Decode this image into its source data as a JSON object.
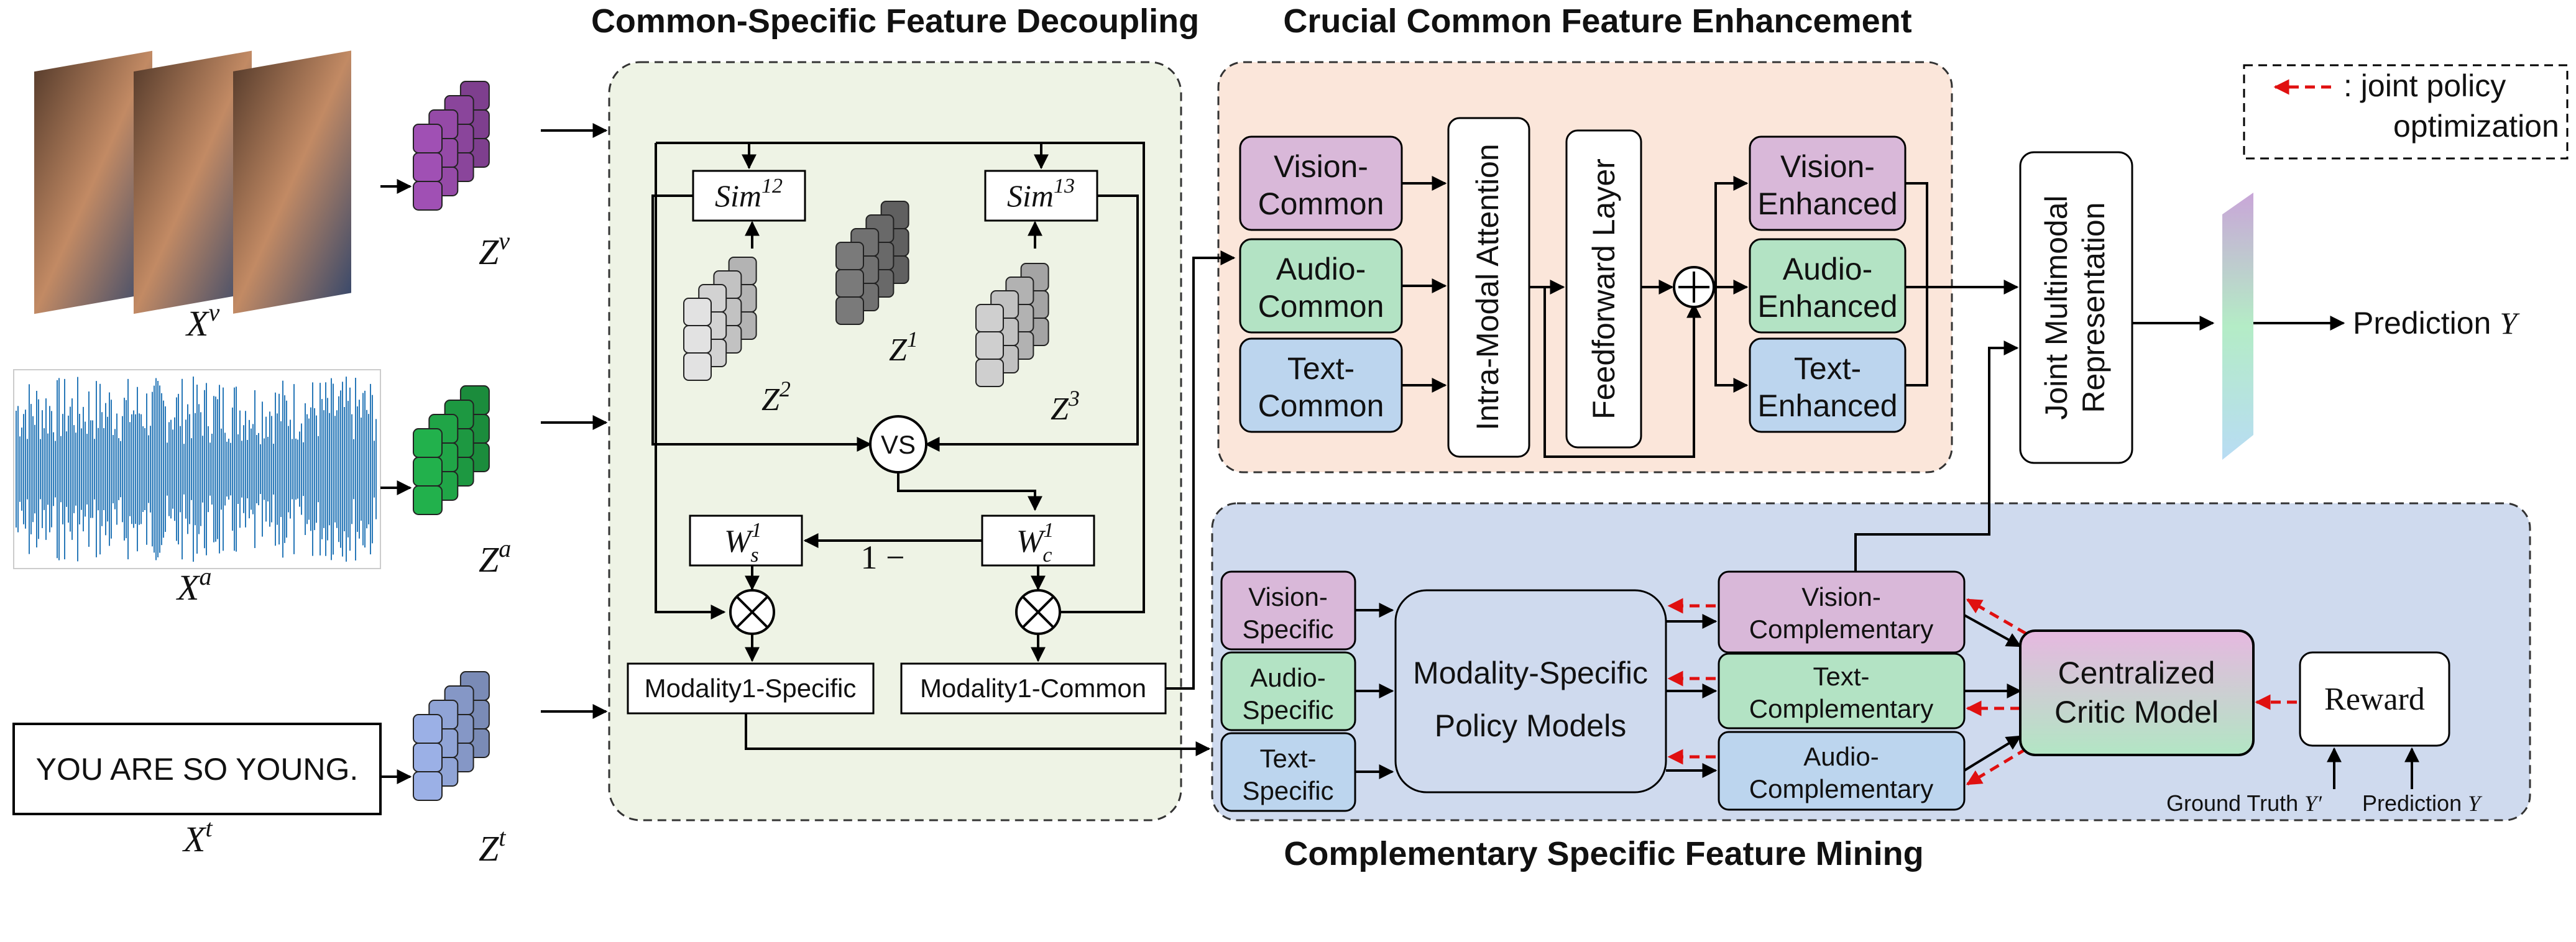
{
  "sections": {
    "decoupling": "Common-Specific Feature Decoupling",
    "enhancement": "Crucial Common Feature Enhancement",
    "mining": "Complementary Specific Feature Mining"
  },
  "inputs": {
    "text_sample": "YOU ARE SO YOUNG.",
    "vision_label": "X",
    "vision_sup": "v",
    "audio_label": "X",
    "audio_sup": "a",
    "text_label": "X",
    "text_sup": "t"
  },
  "features": {
    "zv": "Z",
    "zv_sup": "v",
    "za": "Z",
    "za_sup": "a",
    "zt": "Z",
    "zt_sup": "t",
    "z1": "Z",
    "z1_sup": "1",
    "z2": "Z",
    "z2_sup": "2",
    "z3": "Z",
    "z3_sup": "3"
  },
  "decoupling": {
    "sim12": "Sim",
    "sim12_sup": "12",
    "sim13": "Sim",
    "sim13_sup": "13",
    "vs": "VS",
    "ws": "W",
    "ws_sup": "1",
    "ws_sub": "s",
    "wc": "W",
    "wc_sup": "1",
    "wc_sub": "c",
    "one_minus": "1 −",
    "specific_out": "Modality1-Specific",
    "common_out": "Modality1-Common"
  },
  "enhancement": {
    "common": [
      {
        "line1": "Vision-",
        "line2": "Common",
        "color": "#d9b8d9"
      },
      {
        "line1": "Audio-",
        "line2": "Common",
        "color": "#b3e3c4"
      },
      {
        "line1": "Text-",
        "line2": "Common",
        "color": "#bcd5ee"
      }
    ],
    "attention": "Intra-Modal Attention",
    "feedforward": "Feedforward Layer",
    "enhanced": [
      {
        "line1": "Vision-",
        "line2": "Enhanced",
        "color": "#d9b8d9"
      },
      {
        "line1": "Audio-",
        "line2": "Enhanced",
        "color": "#b3e3c4"
      },
      {
        "line1": "Text-",
        "line2": "Enhanced",
        "color": "#bcd5ee"
      }
    ]
  },
  "joint": {
    "line1": "Joint Multimodal",
    "line2": "Representation"
  },
  "prediction": {
    "label": "Prediction",
    "var": "Y"
  },
  "legend": {
    "line1": ": joint policy",
    "line2": "optimization"
  },
  "mining": {
    "specific": [
      {
        "line1": "Vision-",
        "line2": "Specific",
        "color": "#d9b8d9"
      },
      {
        "line1": "Audio-",
        "line2": "Specific",
        "color": "#b3e3c4"
      },
      {
        "line1": "Text-",
        "line2": "Specific",
        "color": "#bcd5ee"
      }
    ],
    "policy": {
      "line1": "Modality-Specific",
      "line2": "Policy Models"
    },
    "complementary": [
      {
        "line1": "Vision-",
        "line2": "Complementary",
        "color": "#d9b8d9"
      },
      {
        "line1": "Text-",
        "line2": "Complementary",
        "color": "#b3e3c4"
      },
      {
        "line1": "Audio-",
        "line2": "Complementary",
        "color": "#bcd5ee"
      }
    ],
    "critic": {
      "line1": "Centralized",
      "line2": "Critic Model"
    },
    "reward": "Reward",
    "ground_truth": "Ground Truth",
    "gt_var": "Y′",
    "prediction": "Prediction",
    "pred_var": "Y"
  },
  "colors": {
    "decoupling_bg": "#eef3e5",
    "enhancement_bg": "#fbe6da",
    "mining_bg": "#cfdaee",
    "vision": "#a050b4",
    "audio": "#22b14c",
    "text": "#9bb0e6",
    "accent_red": "#e01010"
  }
}
